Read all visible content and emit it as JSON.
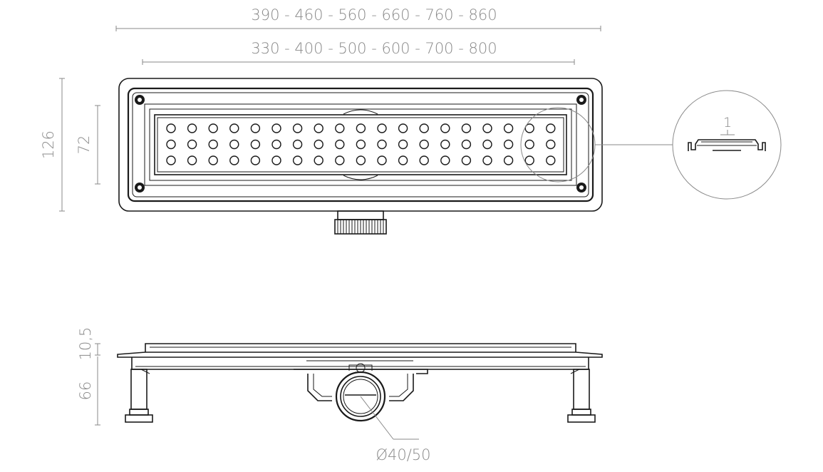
{
  "dimensions": {
    "outer_lengths": "390 - 460 - 560 - 660 - 760 - 860",
    "inner_lengths": "330 - 400 - 500 - 600 - 700 - 800",
    "total_height": "126",
    "grate_height": "72",
    "frame_thickness": "10,5",
    "body_height": "66",
    "outlet_diameter": "Ø40/50"
  },
  "detail": {
    "callout_number": "1"
  },
  "grate": {
    "hole_rows": 3,
    "hole_columns": 19
  },
  "colors": {
    "line": "#1a1a1a",
    "dimension": "#8a8a8a",
    "background": "#ffffff"
  }
}
